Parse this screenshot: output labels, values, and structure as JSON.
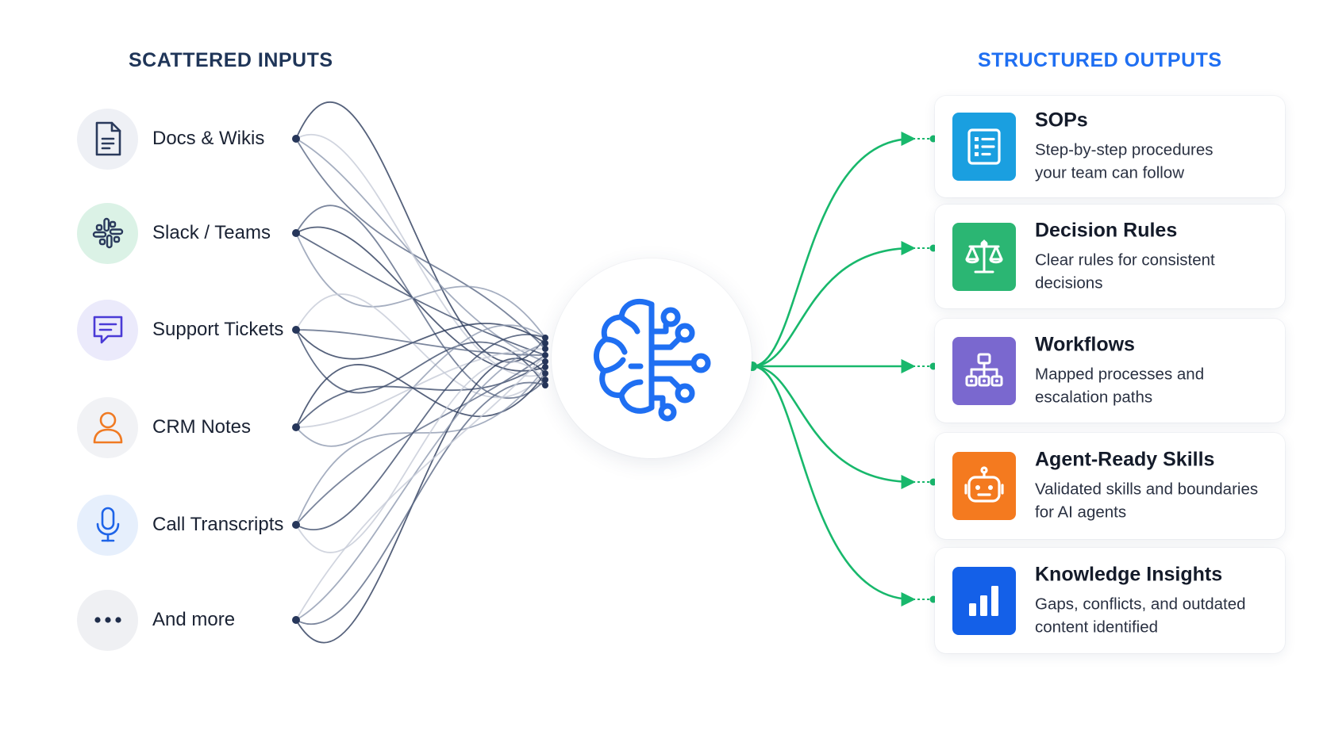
{
  "inputs": {
    "heading": "SCATTERED INPUTS",
    "heading_color": "#1f3558",
    "items": [
      {
        "label": "Docs & Wikis",
        "icon": "document-icon",
        "color": "#2a3a5c",
        "bg": "#eef0f5"
      },
      {
        "label": "Slack / Teams",
        "icon": "slack-icon",
        "color": "#2a3a5c",
        "bg": "#dbf2e6"
      },
      {
        "label": "Support Tickets",
        "icon": "chat-icon",
        "color": "#4a3ad6",
        "bg": "#ebeafb"
      },
      {
        "label": "CRM Notes",
        "icon": "person-icon",
        "color": "#f07a22",
        "bg": "#f1f2f5"
      },
      {
        "label": "Call Transcripts",
        "icon": "microphone-icon",
        "color": "#1e64e8",
        "bg": "#e6effc"
      },
      {
        "label": "And more",
        "icon": "ellipsis-icon",
        "color": "#1f2d4a",
        "bg": "#eff0f3"
      }
    ]
  },
  "hub": {
    "icon": "brain-circuit-icon",
    "color": "#1f6ff2"
  },
  "outputs": {
    "heading": "STRUCTURED OUTPUTS",
    "heading_color": "#1f6ff2",
    "connector_color": "#18b86c",
    "items": [
      {
        "title": "SOPs",
        "desc_lines": [
          "Step-by-step procedures",
          "your team can follow"
        ],
        "icon": "list-document-icon",
        "color": "#1a9fe0"
      },
      {
        "title": "Decision Rules",
        "desc_lines": [
          "Clear rules for consistent",
          "decisions"
        ],
        "icon": "scale-icon",
        "color": "#2bb673"
      },
      {
        "title": "Workflows",
        "desc_lines": [
          "Mapped processes and",
          "escalation paths"
        ],
        "icon": "org-chart-icon",
        "color": "#7a68cf"
      },
      {
        "title": "Agent-Ready Skills",
        "desc_lines": [
          "Validated skills and boundaries",
          "for AI agents"
        ],
        "icon": "robot-icon",
        "color": "#f47a1f"
      },
      {
        "title": "Knowledge Insights",
        "desc_lines": [
          "Gaps, conflicts, and outdated",
          "content identified"
        ],
        "icon": "bar-chart-icon",
        "color": "#1460e8"
      }
    ]
  }
}
